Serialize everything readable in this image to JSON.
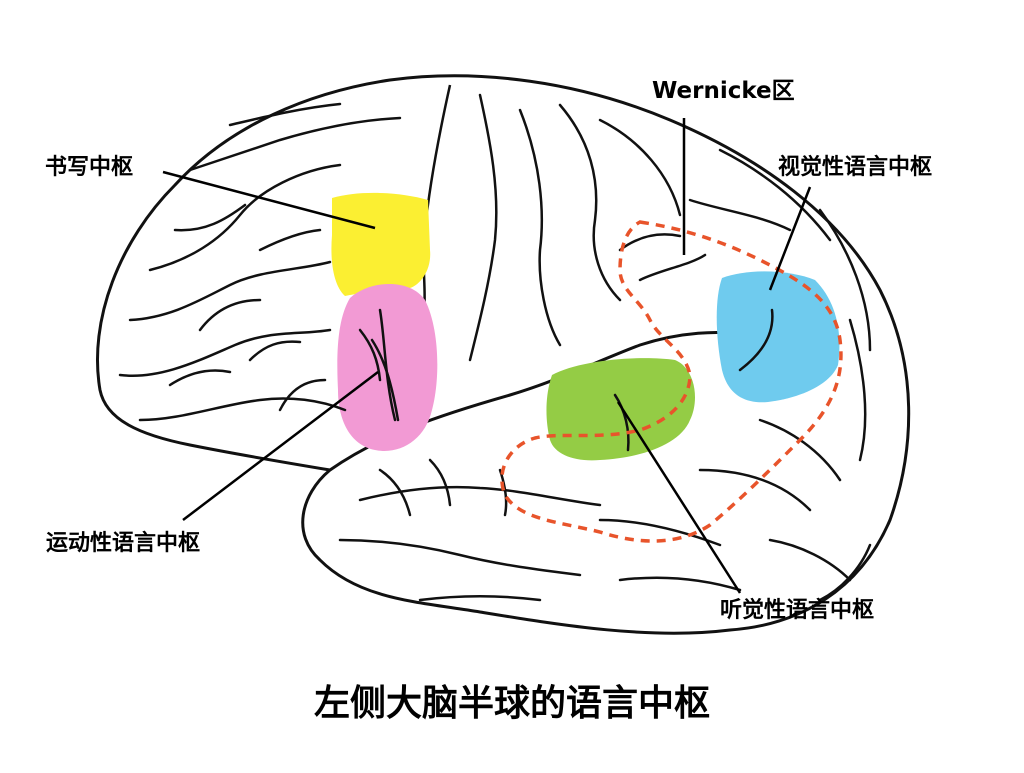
{
  "labels": {
    "wernicke": "Wernicke区",
    "writing_center": "书写中枢",
    "visual_language_center": "视觉性语言中枢",
    "motor_language_center": "运动性语言中枢",
    "auditory_language_center": "听觉性语言中枢"
  },
  "caption": "左侧大脑半球的语言中枢",
  "colors": {
    "writing_center": "#fbef32",
    "motor_language_center": "#f29ad4",
    "auditory_language_center": "#94cc45",
    "visual_language_center": "#6fcbee",
    "wernicke_boundary": "#e8542b",
    "outline": "#111111"
  }
}
